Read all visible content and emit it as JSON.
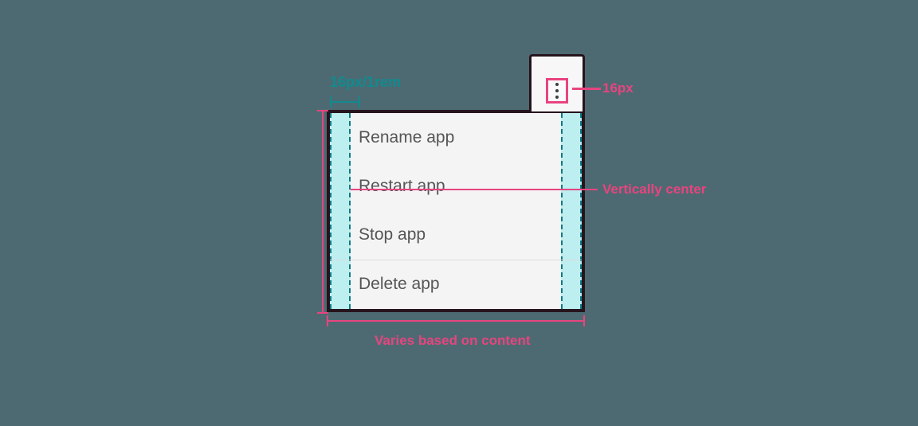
{
  "background_color": "#4d6a72",
  "accent_colors": {
    "annotation_pink": "#e8447f",
    "annotation_teal": "#108b8f",
    "padding_band": "#bdeef0",
    "panel_background": "#f4f4f4",
    "panel_border": "#26141d",
    "menu_text": "#555555",
    "divider": "#dcdcdc"
  },
  "trigger": {
    "name": "overflow-menu-trigger",
    "icon": "overflow-vertical-dots-icon",
    "dot_count": 3
  },
  "menu": {
    "items": [
      {
        "label": "Rename app",
        "divider_above": false
      },
      {
        "label": "Restart app",
        "divider_above": false
      },
      {
        "label": "Stop app",
        "divider_above": false
      },
      {
        "label": "Delete app",
        "divider_above": true
      }
    ]
  },
  "annotations": {
    "horizontal_padding": "16px/1rem",
    "trigger_padding": "16px",
    "vertical_alignment": "Vertically center",
    "panel_width": "Varies based on content"
  }
}
